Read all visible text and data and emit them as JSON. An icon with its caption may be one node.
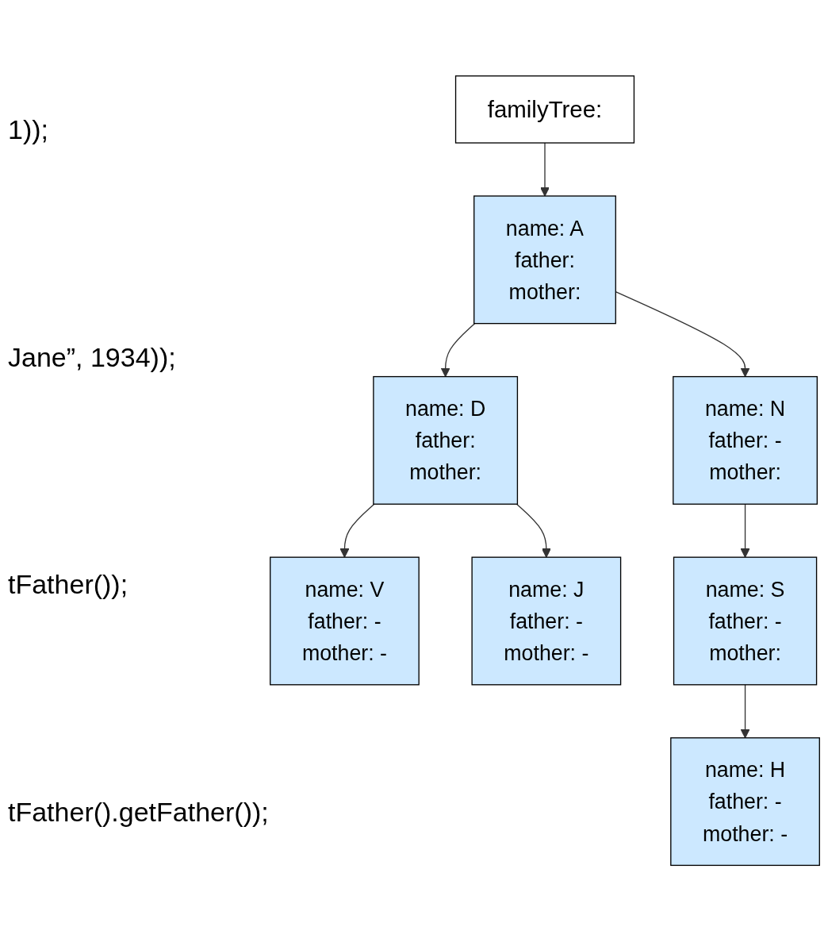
{
  "diagram": {
    "nodes": [
      {
        "text": [
          "familyTree:"
        ]
      },
      {
        "text": [
          "name: A",
          "father:",
          "mother:"
        ]
      },
      {
        "text": [
          "name: D",
          "father:",
          "mother:"
        ]
      },
      {
        "text": [
          "name: N",
          "father: -",
          "mother:"
        ]
      },
      {
        "text": [
          "name: V",
          "father: -",
          "mother: -"
        ]
      },
      {
        "text": [
          "name: J",
          "father: -",
          "mother: -"
        ]
      },
      {
        "text": [
          "name: S",
          "father: -",
          "mother:"
        ]
      },
      {
        "text": [
          "name: H",
          "father: -",
          "mother: -"
        ]
      }
    ],
    "edges": [
      {
        "from": 0,
        "to": 1,
        "arrow": "to"
      },
      {
        "from": 1,
        "to": 2,
        "arrow": "to"
      },
      {
        "from": 1,
        "to": 3,
        "arrow": "to"
      },
      {
        "from": 2,
        "to": 4,
        "arrow": "to"
      },
      {
        "from": 2,
        "to": 5,
        "arrow": "to"
      },
      {
        "from": 3,
        "to": 6,
        "arrow": "to"
      },
      {
        "from": 6,
        "to": 7,
        "arrow": "to"
      }
    ],
    "labels": [
      "1));",
      "Jane”, 1934));",
      "tFather());",
      "tFather().getFather());"
    ]
  }
}
